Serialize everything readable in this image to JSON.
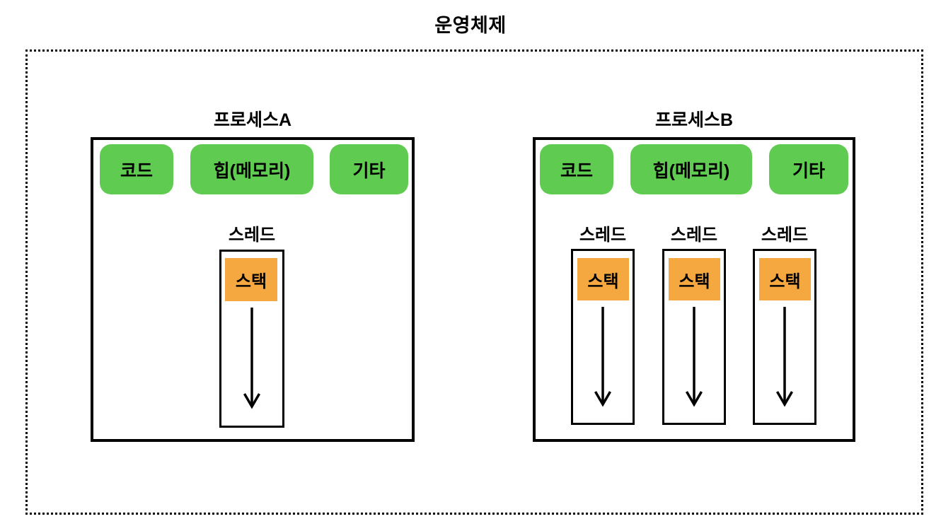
{
  "title": "운영체제",
  "colors": {
    "segment_green": "#5fcb50",
    "stack_orange": "#f6a840"
  },
  "processes": [
    {
      "label": "프로세스A",
      "segments": [
        "코드",
        "힙(메모리)",
        "기타"
      ],
      "threads": [
        {
          "label": "스레드",
          "stack": "스택"
        }
      ]
    },
    {
      "label": "프로세스B",
      "segments": [
        "코드",
        "힙(메모리)",
        "기타"
      ],
      "threads": [
        {
          "label": "스레드",
          "stack": "스택"
        },
        {
          "label": "스레드",
          "stack": "스택"
        },
        {
          "label": "스레드",
          "stack": "스택"
        }
      ]
    }
  ]
}
